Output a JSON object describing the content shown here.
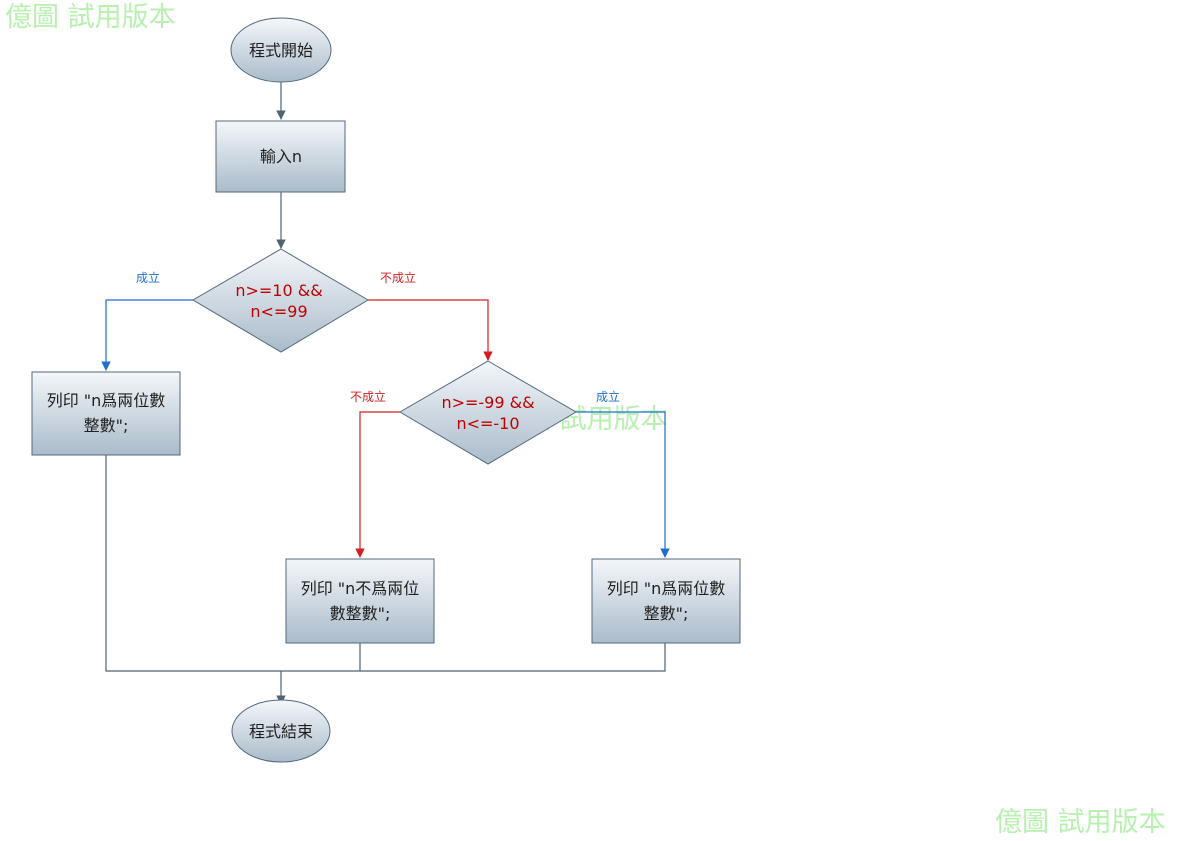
{
  "nodes": {
    "start": "程式開始",
    "input": "輸入n",
    "cond1": {
      "line1": "n>=10 &&",
      "line2": "n<=99"
    },
    "cond2": {
      "line1": "n>=-99 &&",
      "line2": "n<=-10"
    },
    "print_left": {
      "line1": "列印 \"n爲兩位數",
      "line2": "整數\";"
    },
    "print_mid": {
      "line1": "列印 \"n不爲兩位",
      "line2": "數整數\";"
    },
    "print_right": {
      "line1": "列印 \"n爲兩位數",
      "line2": "整數\";"
    },
    "end": "程式結束"
  },
  "edges": {
    "cond1_yes": "成立",
    "cond1_no": "不成立",
    "cond2_no": "不成立",
    "cond2_yes": "成立"
  },
  "watermark": "億圖 試用版本",
  "colors": {
    "yes_branch": "#1f6fd0",
    "no_branch": "#d42020",
    "default_line": "#4f6373",
    "shape_border": "#53687c",
    "condition_text": "#c00000",
    "watermark": "#b8f0b0"
  }
}
